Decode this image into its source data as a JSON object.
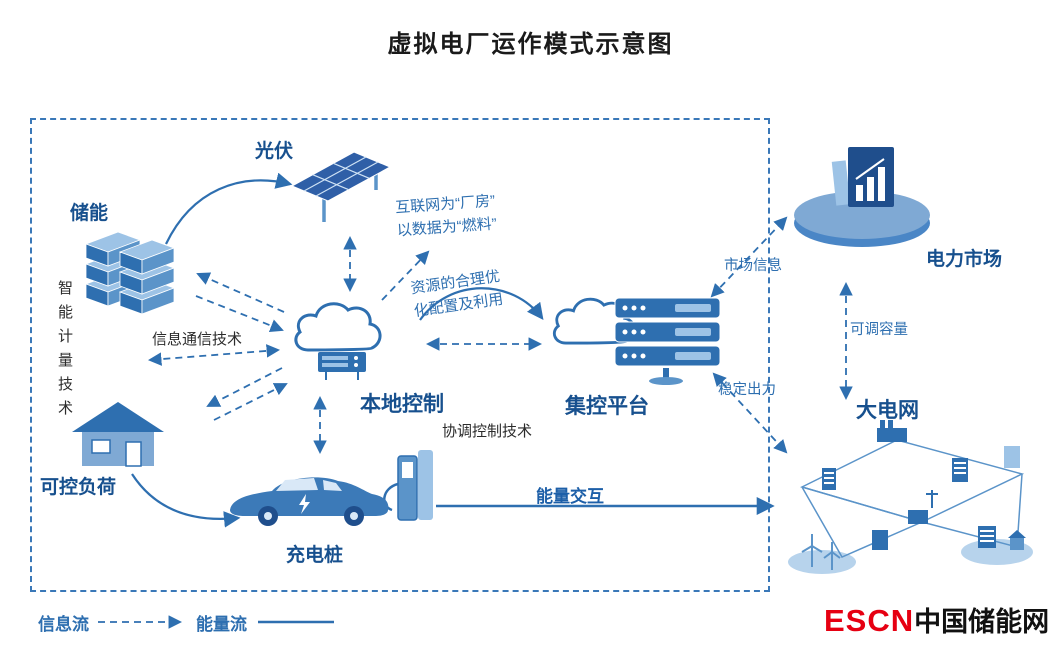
{
  "title": "虚拟电厂运作模式示意图",
  "colors": {
    "accent": "#2e6fb0",
    "label_blue": "#17508e",
    "dark_navy": "#1f4e8c",
    "mid_blue": "#5b94c9",
    "light_blue": "#9dc3e6",
    "logo_red": "#e60012",
    "text": "#2b2b2b"
  },
  "nodes": {
    "storage": {
      "label": "储能"
    },
    "pv": {
      "label": "光伏"
    },
    "local_control": {
      "label": "本地控制"
    },
    "central_platform": {
      "label": "集控平台"
    },
    "controllable_load": {
      "label": "可控负荷"
    },
    "charging_pile": {
      "label": "充电桩"
    },
    "power_market": {
      "label": "电力市场"
    },
    "grid": {
      "label": "大电网"
    }
  },
  "annotations": {
    "internet_quote": "互联网为“厂房”\n以数据为“燃料”",
    "resource_optimization": "资源的合理优\n化配置及利用",
    "info_comm_tech": "信息通信技术",
    "smart_metering_tech": "智能计量技术",
    "coordination_tech": "协调控制技术",
    "market_info": "市场信息",
    "adjustable_capacity": "可调容量",
    "stable_output": "稳定出力",
    "energy_interaction": "能量交互"
  },
  "legend": {
    "info_flow": "信息流",
    "energy_flow": "能量流"
  },
  "logo": {
    "escn": "ESCN",
    "site": "中国储能网"
  },
  "icons": {
    "storage": "container-stack-icon",
    "pv": "solar-panel-icon",
    "local_control": "cloud-server-icon",
    "central_platform": "cloud-datacenter-icon",
    "controllable_load": "house-icon",
    "charging_pile": "ev-charging-icon",
    "power_market": "market-podium-icon",
    "grid": "power-grid-icon"
  }
}
